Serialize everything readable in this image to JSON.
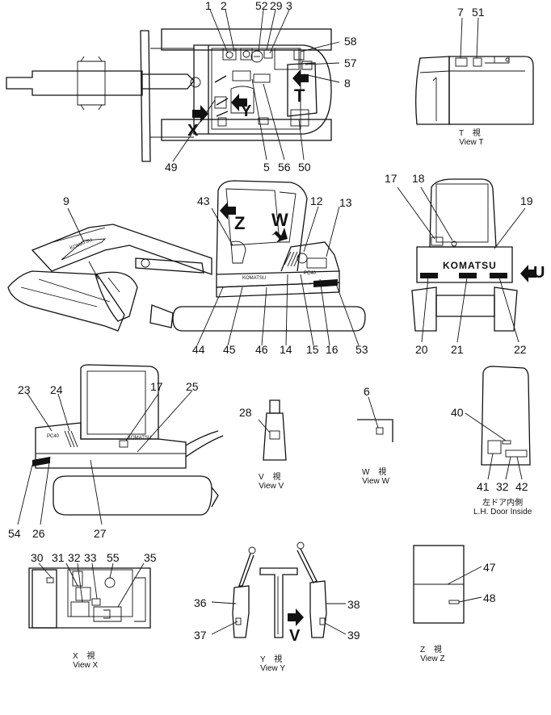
{
  "callouts": {
    "n1": "1",
    "n2": "2",
    "n52": "52",
    "n29": "29",
    "n3": "3",
    "n58": "58",
    "n57": "57",
    "n8": "8",
    "n49": "49",
    "n5": "5",
    "n56": "56",
    "n50": "50",
    "n7": "7",
    "n51": "51",
    "n9": "9",
    "n43": "43",
    "n12": "12",
    "n13": "13",
    "n44": "44",
    "n45": "45",
    "n46": "46",
    "n14": "14",
    "n15": "15",
    "n16": "16",
    "n53": "53",
    "n17a": "17",
    "n18": "18",
    "n19": "19",
    "n20": "20",
    "n21": "21",
    "n22": "22",
    "n23": "23",
    "n24": "24",
    "n17b": "17",
    "n25": "25",
    "n54": "54",
    "n26": "26",
    "n27": "27",
    "n28": "28",
    "n6": "6",
    "n40": "40",
    "n41": "41",
    "n32a": "32",
    "n42": "42",
    "n30": "30",
    "n31": "31",
    "n32b": "32",
    "n33": "33",
    "n55": "55",
    "n35": "35",
    "n36": "36",
    "n37": "37",
    "n38": "38",
    "n39": "39",
    "n47": "47",
    "n48": "48"
  },
  "view_letters": {
    "X": "X",
    "Y": "Y",
    "T": "T",
    "Z": "Z",
    "W": "W",
    "U": "U",
    "V": "V"
  },
  "brand_marks": {
    "komatsu": "KOMATSU",
    "model": "PC40"
  },
  "captions": {
    "view_t": {
      "jp": "T 視",
      "en": "View  T"
    },
    "view_v": {
      "jp": "V 視",
      "en": "View  V"
    },
    "view_w": {
      "jp": "W 視",
      "en": "View  W"
    },
    "lh_door": {
      "jp": "左ドア内側",
      "en": "L.H. Door Inside"
    },
    "view_x": {
      "jp": "X 視",
      "en": "View  X"
    },
    "view_y": {
      "jp": "Y 視",
      "en": "View  Y"
    },
    "view_z": {
      "jp": "Z 視",
      "en": "View  Z"
    }
  }
}
